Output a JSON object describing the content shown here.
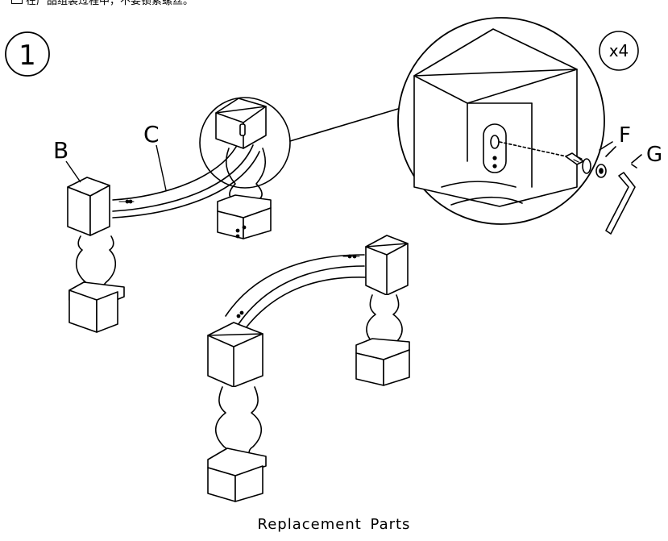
{
  "header_note": "在产品组装过程中，不要锁紧螺丝。",
  "step_number": "1",
  "labels": {
    "b": "B",
    "c": "C",
    "f": "F",
    "g": "G"
  },
  "quantity": "x4",
  "footer_title": "Replacement Parts"
}
